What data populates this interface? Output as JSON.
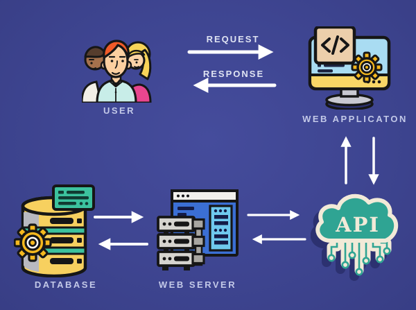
{
  "diagram": {
    "type": "web-application-architecture",
    "background_color": "#3e4591",
    "node_label_color": "#c3c9e8",
    "edge_label_color": "#dfe3f2",
    "arrow_color": "#ffffff"
  },
  "nodes": {
    "user": {
      "label": "USER",
      "icon": "users-group-icon"
    },
    "web_application": {
      "label": "WEB APPLICATON",
      "icon": "monitor-code-gear-icon"
    },
    "api": {
      "label": "API",
      "icon": "api-cloud-circuit-icon"
    },
    "web_server": {
      "label": "WEB SERVER",
      "icon": "server-rack-browser-icon"
    },
    "database": {
      "label": "DATABASE",
      "icon": "database-stack-gear-icon"
    }
  },
  "edges": [
    {
      "from": "user",
      "to": "web_application",
      "label": "REQUEST",
      "direction": "right"
    },
    {
      "from": "web_application",
      "to": "user",
      "label": "RESPONSE",
      "direction": "left"
    },
    {
      "from": "api",
      "to": "web_application",
      "label": "",
      "direction": "up"
    },
    {
      "from": "web_application",
      "to": "api",
      "label": "",
      "direction": "down"
    },
    {
      "from": "database",
      "to": "web_server",
      "label": "",
      "direction": "right"
    },
    {
      "from": "web_server",
      "to": "database",
      "label": "",
      "direction": "left"
    },
    {
      "from": "web_server",
      "to": "api",
      "label": "",
      "direction": "right"
    },
    {
      "from": "api",
      "to": "web_server",
      "label": "",
      "direction": "left"
    }
  ],
  "icon_colors": {
    "teal": "#3cc29e",
    "cloud_teal": "#2fa493",
    "cream": "#f2ead8",
    "yellow": "#f7d05f",
    "gear_yellow": "#f5b81e",
    "screen_blue": "#a9dcf2",
    "panel_blue": "#6fc9ee",
    "browser_blue": "#3b6fd4",
    "tan": "#eccfab",
    "pink": "#e8468f",
    "hair_orange": "#f05a28",
    "hair_blonde": "#f8d458",
    "skin_light": "#fbcfa0",
    "skin_brown": "#a5714c",
    "gray": "#c9c9d1",
    "shadow_navy": "#2c3170",
    "outline": "#161616"
  }
}
